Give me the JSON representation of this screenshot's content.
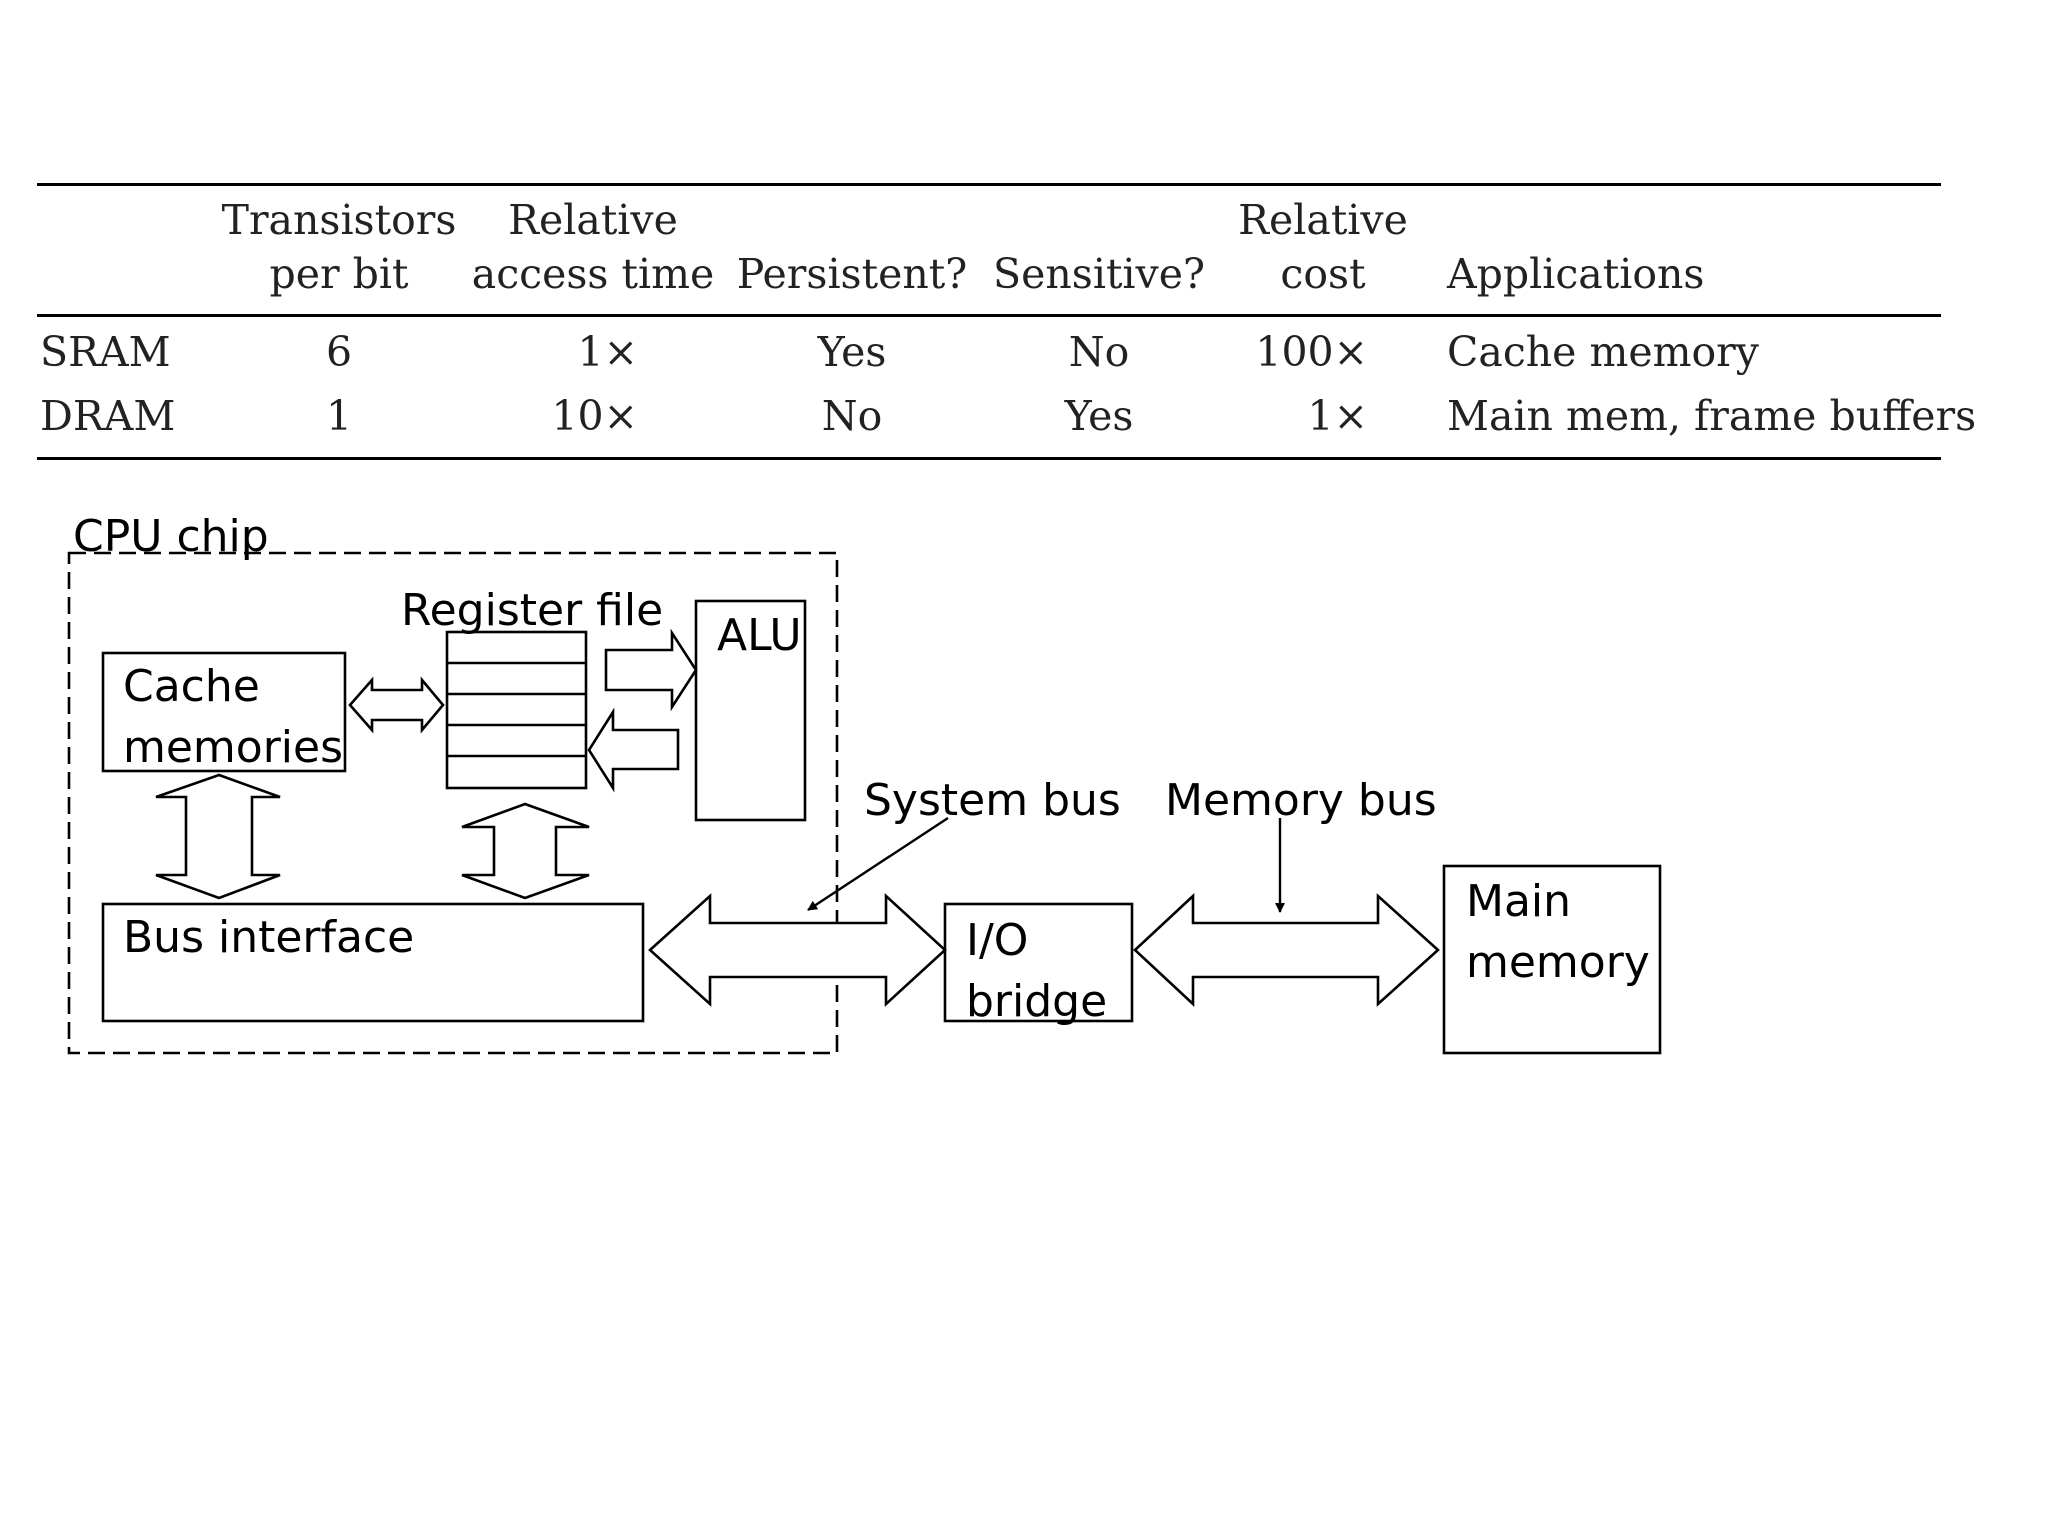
{
  "table": {
    "headers": {
      "transistors": [
        "Transistors",
        "per bit"
      ],
      "access": [
        "Relative",
        "access time"
      ],
      "persistent": "Persistent?",
      "sensitive": "Sensitive?",
      "cost": [
        "Relative",
        "cost"
      ],
      "applications": "Applications"
    },
    "rows": [
      {
        "name": "SRAM",
        "transistors": "6",
        "access": "1×",
        "persistent": "Yes",
        "sensitive": "No",
        "cost": "100×",
        "applications": "Cache memory"
      },
      {
        "name": "DRAM",
        "transistors": "1",
        "access": "10×",
        "persistent": "No",
        "sensitive": "Yes",
        "cost": "1×",
        "applications": "Main mem, frame buffers"
      }
    ]
  },
  "diagram": {
    "cpu_chip": "CPU chip",
    "register_file": "Register file",
    "alu": "ALU",
    "cache_memories": "Cache memories",
    "bus_interface": "Bus interface",
    "system_bus": "System bus",
    "memory_bus": "Memory bus",
    "io_bridge": "I/O bridge",
    "main_memory": "Main memory"
  }
}
